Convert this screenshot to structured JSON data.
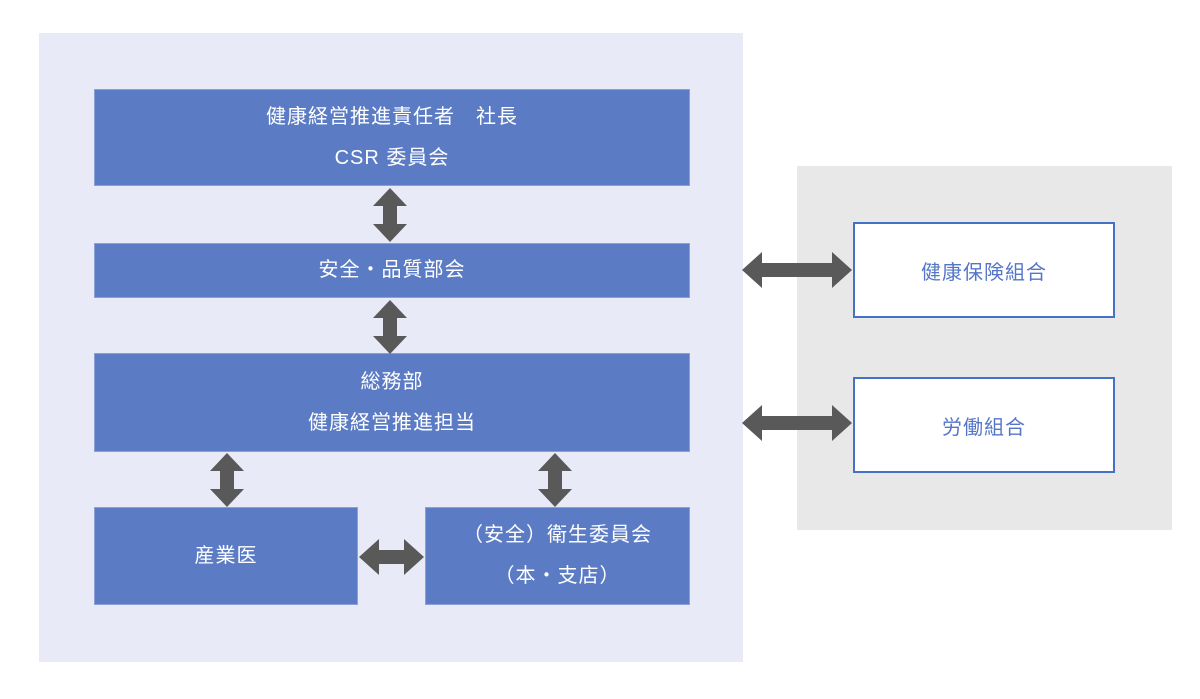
{
  "colors": {
    "internal_panel_bg": "#e8ebf7",
    "external_panel_bg": "#e8e8e8",
    "box_fill": "#5b7cc5",
    "box_border": "#8aa0d6",
    "box_text": "#ffffff",
    "outline_box_border": "#4472c4",
    "outline_box_text": "#5576c8",
    "arrow": "#595959"
  },
  "org_chart": {
    "internal": {
      "top_box": {
        "line1": "健康経営推進責任者　社長",
        "line2": "CSR 委員会"
      },
      "safety_quality": {
        "label": "安全・品質部会"
      },
      "general_affairs": {
        "line1": "総務部",
        "line2": "健康経営推進担当"
      },
      "occupational_physician": {
        "label": "産業医"
      },
      "hygiene_committee": {
        "line1": "（安全）衛生委員会",
        "line2": "（本・支店）"
      }
    },
    "external": {
      "health_insurance": {
        "label": "健康保険組合"
      },
      "labor_union": {
        "label": "労働組合"
      }
    }
  }
}
